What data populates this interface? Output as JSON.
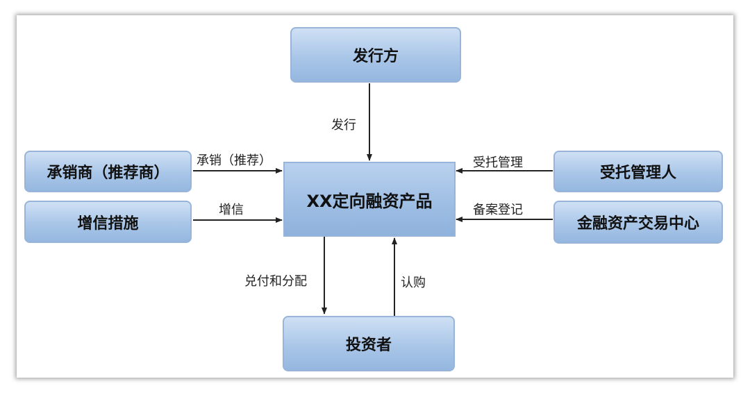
{
  "nodes": {
    "issuer": "发行方",
    "product": "XX定向融资产品",
    "underwriter": "承销商（推荐商）",
    "credit_enhancement": "增信措施",
    "trustee": "受托管理人",
    "exchange_center": "金融资产交易中心",
    "investor": "投资者"
  },
  "edges": {
    "issue": "发行",
    "underwrite": "承销（推荐）",
    "enhance": "增信",
    "trust_manage": "受托管理",
    "filing": "备案登记",
    "payout": "兑付和分配",
    "subscribe": "认购"
  },
  "colors": {
    "node_fill_top": "#cfe0f4",
    "node_fill_bottom": "#95b7df",
    "node_border": "#98b4d8",
    "arrow": "#222222"
  }
}
